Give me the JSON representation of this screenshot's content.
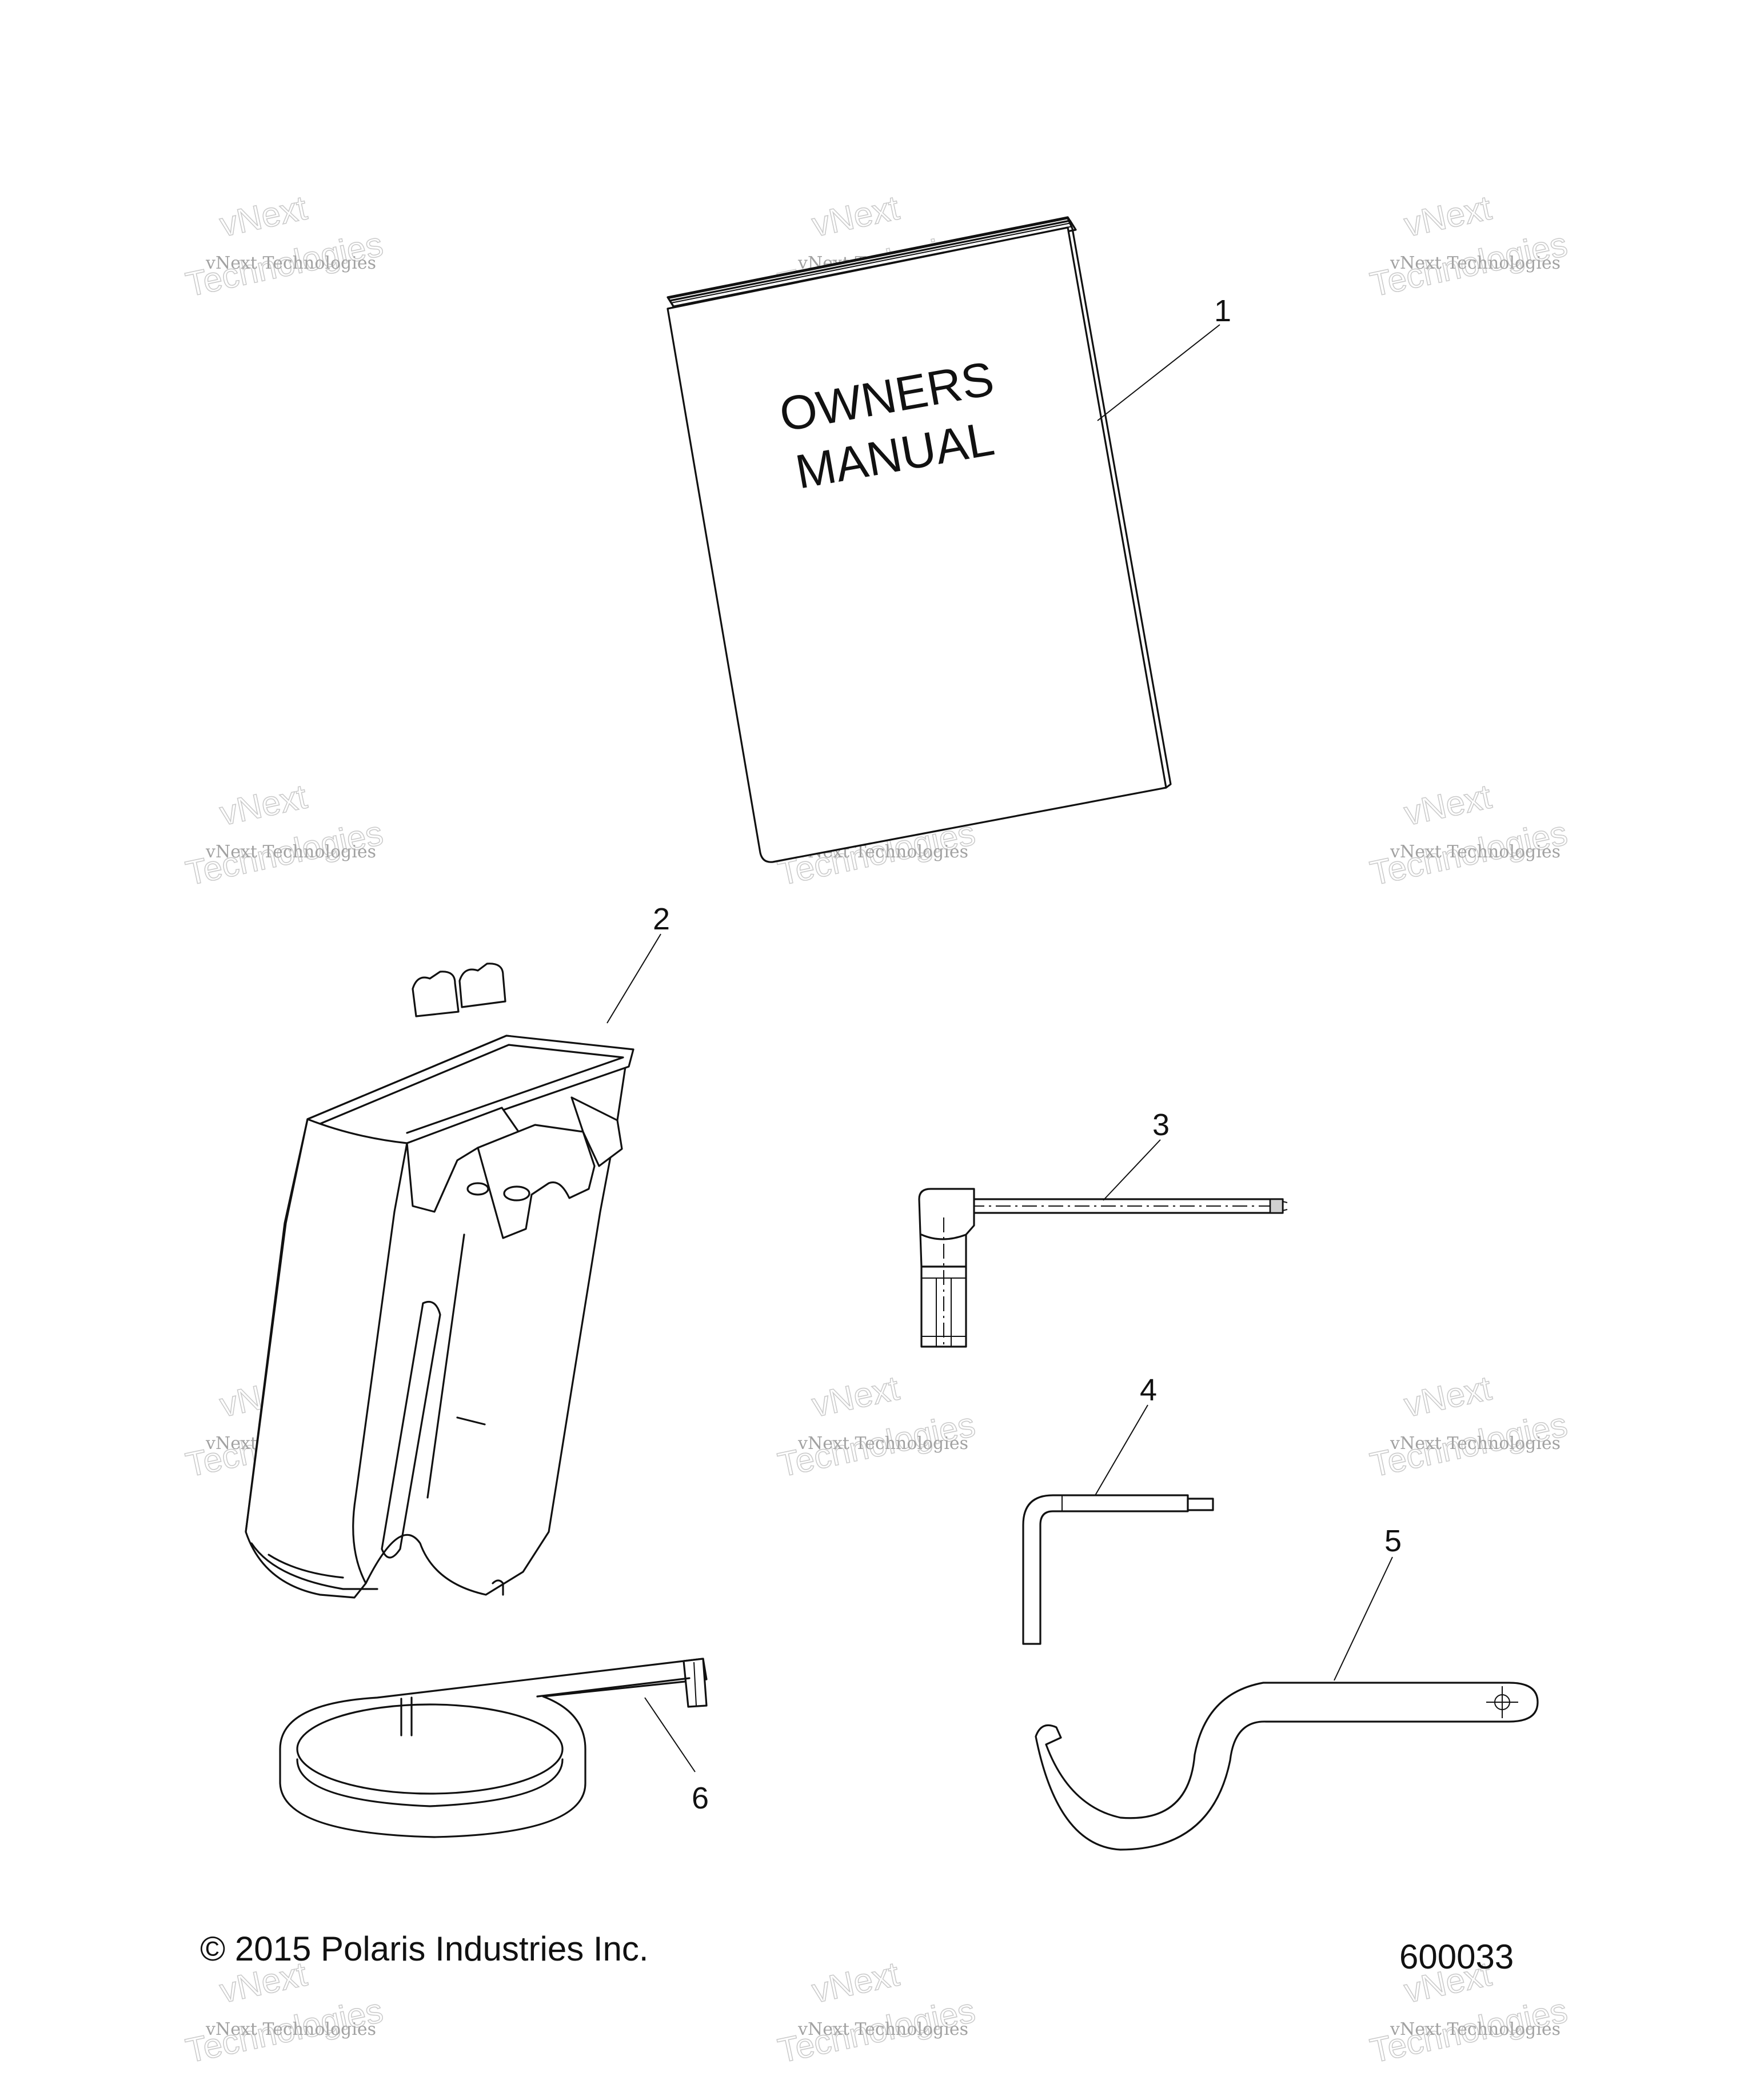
{
  "parts": [
    {
      "number": "1",
      "name": "owners-manual"
    },
    {
      "number": "2",
      "name": "holder"
    },
    {
      "number": "3",
      "name": "socket-wrench"
    },
    {
      "number": "4",
      "name": "hex-key"
    },
    {
      "number": "5",
      "name": "spanner-wrench"
    },
    {
      "number": "6",
      "name": "strap"
    }
  ],
  "manual_cover": {
    "line1": "OWNERS",
    "line2": "MANUAL"
  },
  "footer": {
    "copyright": "© 2015 Polaris Industries Inc.",
    "diagram_id": "600033"
  },
  "watermark": {
    "line1": "vNext",
    "line2": "vNext Technologies",
    "line3": "Technologies"
  }
}
